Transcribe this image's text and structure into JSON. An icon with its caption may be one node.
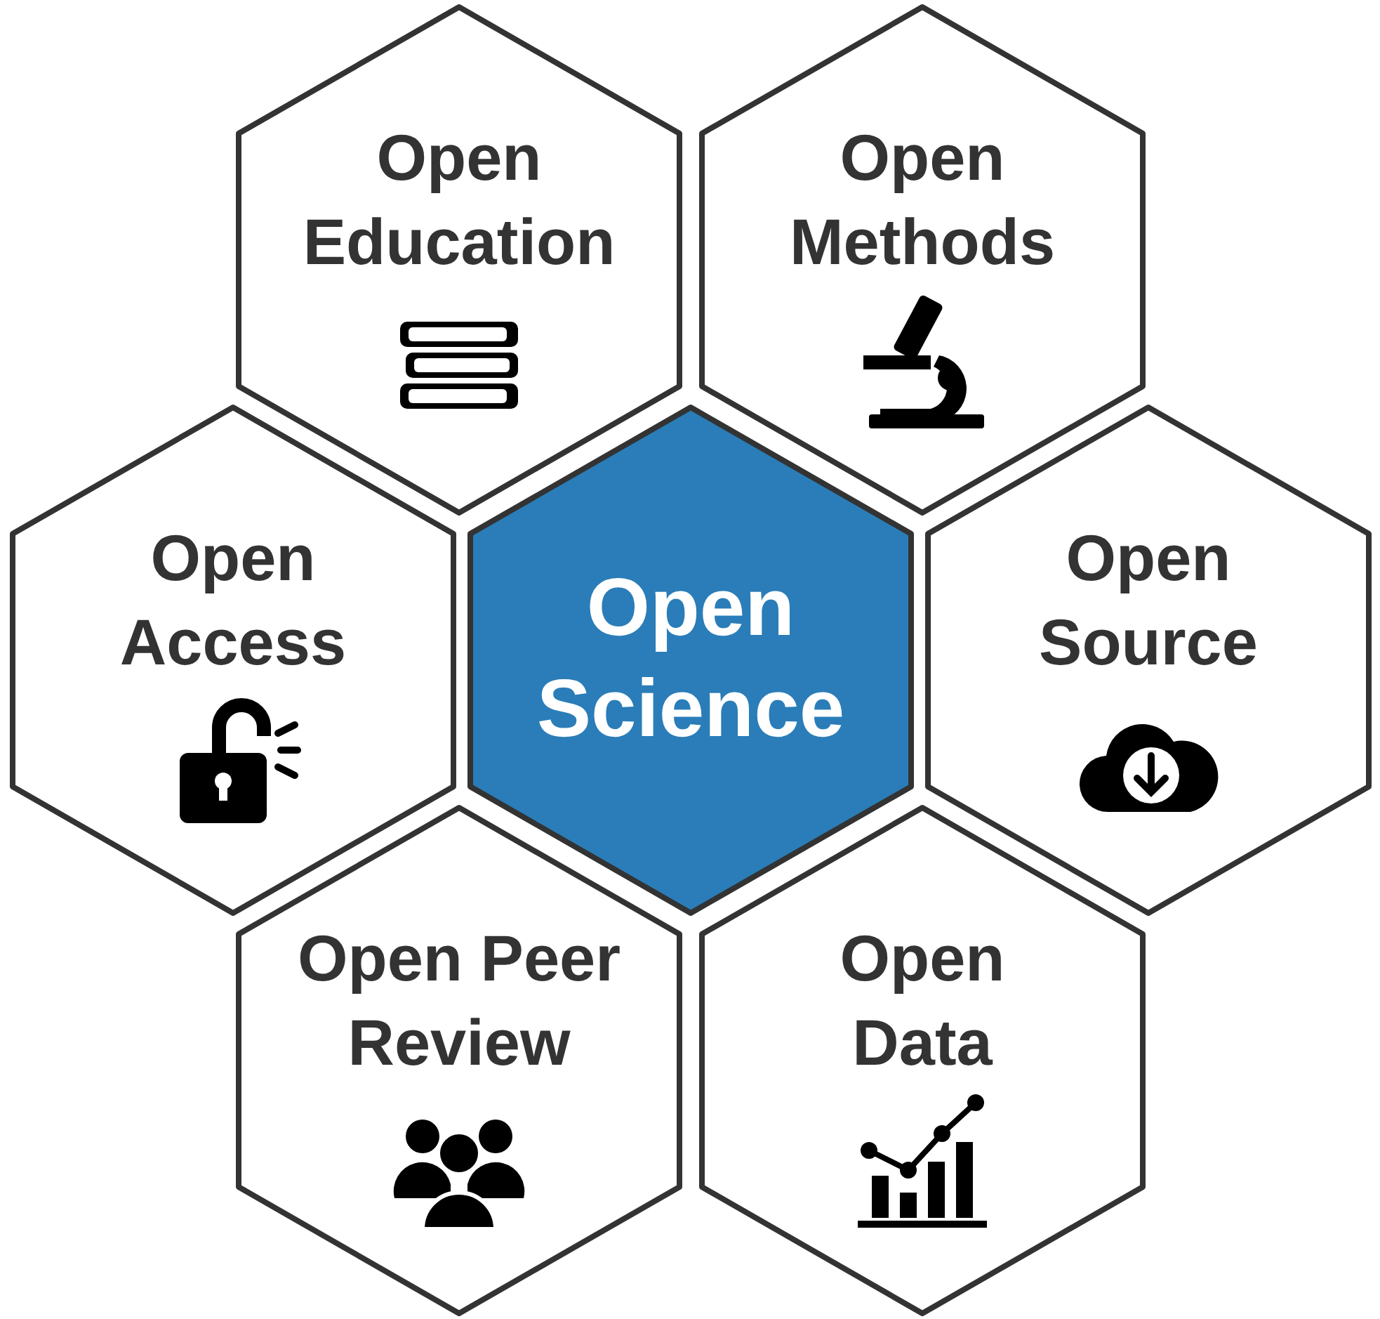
{
  "diagram": {
    "nodes": [
      {
        "text": [
          "Open Education"
        ]
      },
      {
        "text": [
          "Open Methods"
        ]
      },
      {
        "text": [
          "Open Access"
        ]
      },
      {
        "text": [
          "Open Science"
        ]
      },
      {
        "text": [
          "Open Source"
        ]
      },
      {
        "text": [
          "Open Peer Review"
        ]
      },
      {
        "text": [
          "Open Data"
        ]
      }
    ],
    "edges": []
  }
}
